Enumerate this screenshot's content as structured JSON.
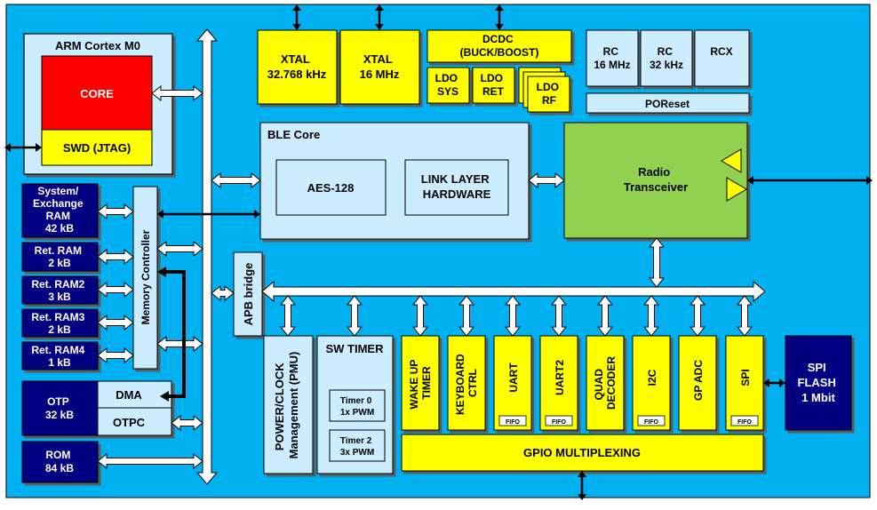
{
  "colors": {
    "background": "#00B0F0",
    "yellow_block": "#FFFF00",
    "light_block": "#CCECFF",
    "navy_block": "#000080",
    "red_block": "#FF0000",
    "green_block": "#92D050",
    "arrow_fill": "#FFFFFF",
    "bus_dark": "#000000"
  },
  "blocks": {
    "arm_title": "ARM Cortex M0",
    "core": "CORE",
    "swd": "SWD (JTAG)",
    "sys_ram": [
      "System/",
      "Exchange",
      "RAM",
      "42 kB"
    ],
    "ret_ram": [
      "Ret. RAM",
      "2 kB"
    ],
    "ret_ram2": [
      "Ret. RAM2",
      "3 kB"
    ],
    "ret_ram3": [
      "Ret. RAM3",
      "2 kB"
    ],
    "ret_ram4": [
      "Ret. RAM4",
      "1 kB"
    ],
    "memory_controller": "Memory Controller",
    "otp": [
      "OTP",
      "32 kB"
    ],
    "dma": "DMA",
    "otpc": "OTPC",
    "rom": [
      "ROM",
      "84 kB"
    ],
    "xtal_32k": [
      "XTAL",
      "32.768 kHz"
    ],
    "xtal_16m": [
      "XTAL",
      "16 MHz"
    ],
    "dcdc": [
      "DCDC",
      "(BUCK/BOOST)"
    ],
    "ldo_sys": [
      "LDO",
      "SYS"
    ],
    "ldo_ret": [
      "LDO",
      "RET"
    ],
    "ldo_rf": [
      "LDO",
      "RF"
    ],
    "rc_16m": [
      "RC",
      "16 MHz"
    ],
    "rc_32k": [
      "RC",
      "32 kHz"
    ],
    "rcx": "RCX",
    "poreset": "POReset",
    "ble_core": "BLE Core",
    "aes": "AES-128",
    "link_layer": [
      "LINK LAYER",
      "HARDWARE"
    ],
    "radio": [
      "Radio",
      "Transceiver"
    ],
    "apb_bridge": "APB bridge",
    "pmu": [
      "POWER/CLOCK",
      "Management (PMU)"
    ],
    "sw_timer": "SW TIMER",
    "timer0": [
      "Timer 0",
      "1x PWM"
    ],
    "timer2": [
      "Timer 2",
      "3x PWM"
    ],
    "wakeup_timer": [
      "WAKE UP",
      "TIMER"
    ],
    "keyboard_ctrl": [
      "KEYBOARD",
      "CTRL"
    ],
    "uart": "UART",
    "uart2": "UART2",
    "quad_decoder": [
      "QUAD",
      "DECODER"
    ],
    "i2c": "I2C",
    "gp_adc": "GP ADC",
    "spi": "SPI",
    "fifo": "FIFO",
    "gpio_mux": "GPIO MULTIPLEXING",
    "spi_flash": [
      "SPI",
      "FLASH",
      "1 Mbit"
    ]
  }
}
